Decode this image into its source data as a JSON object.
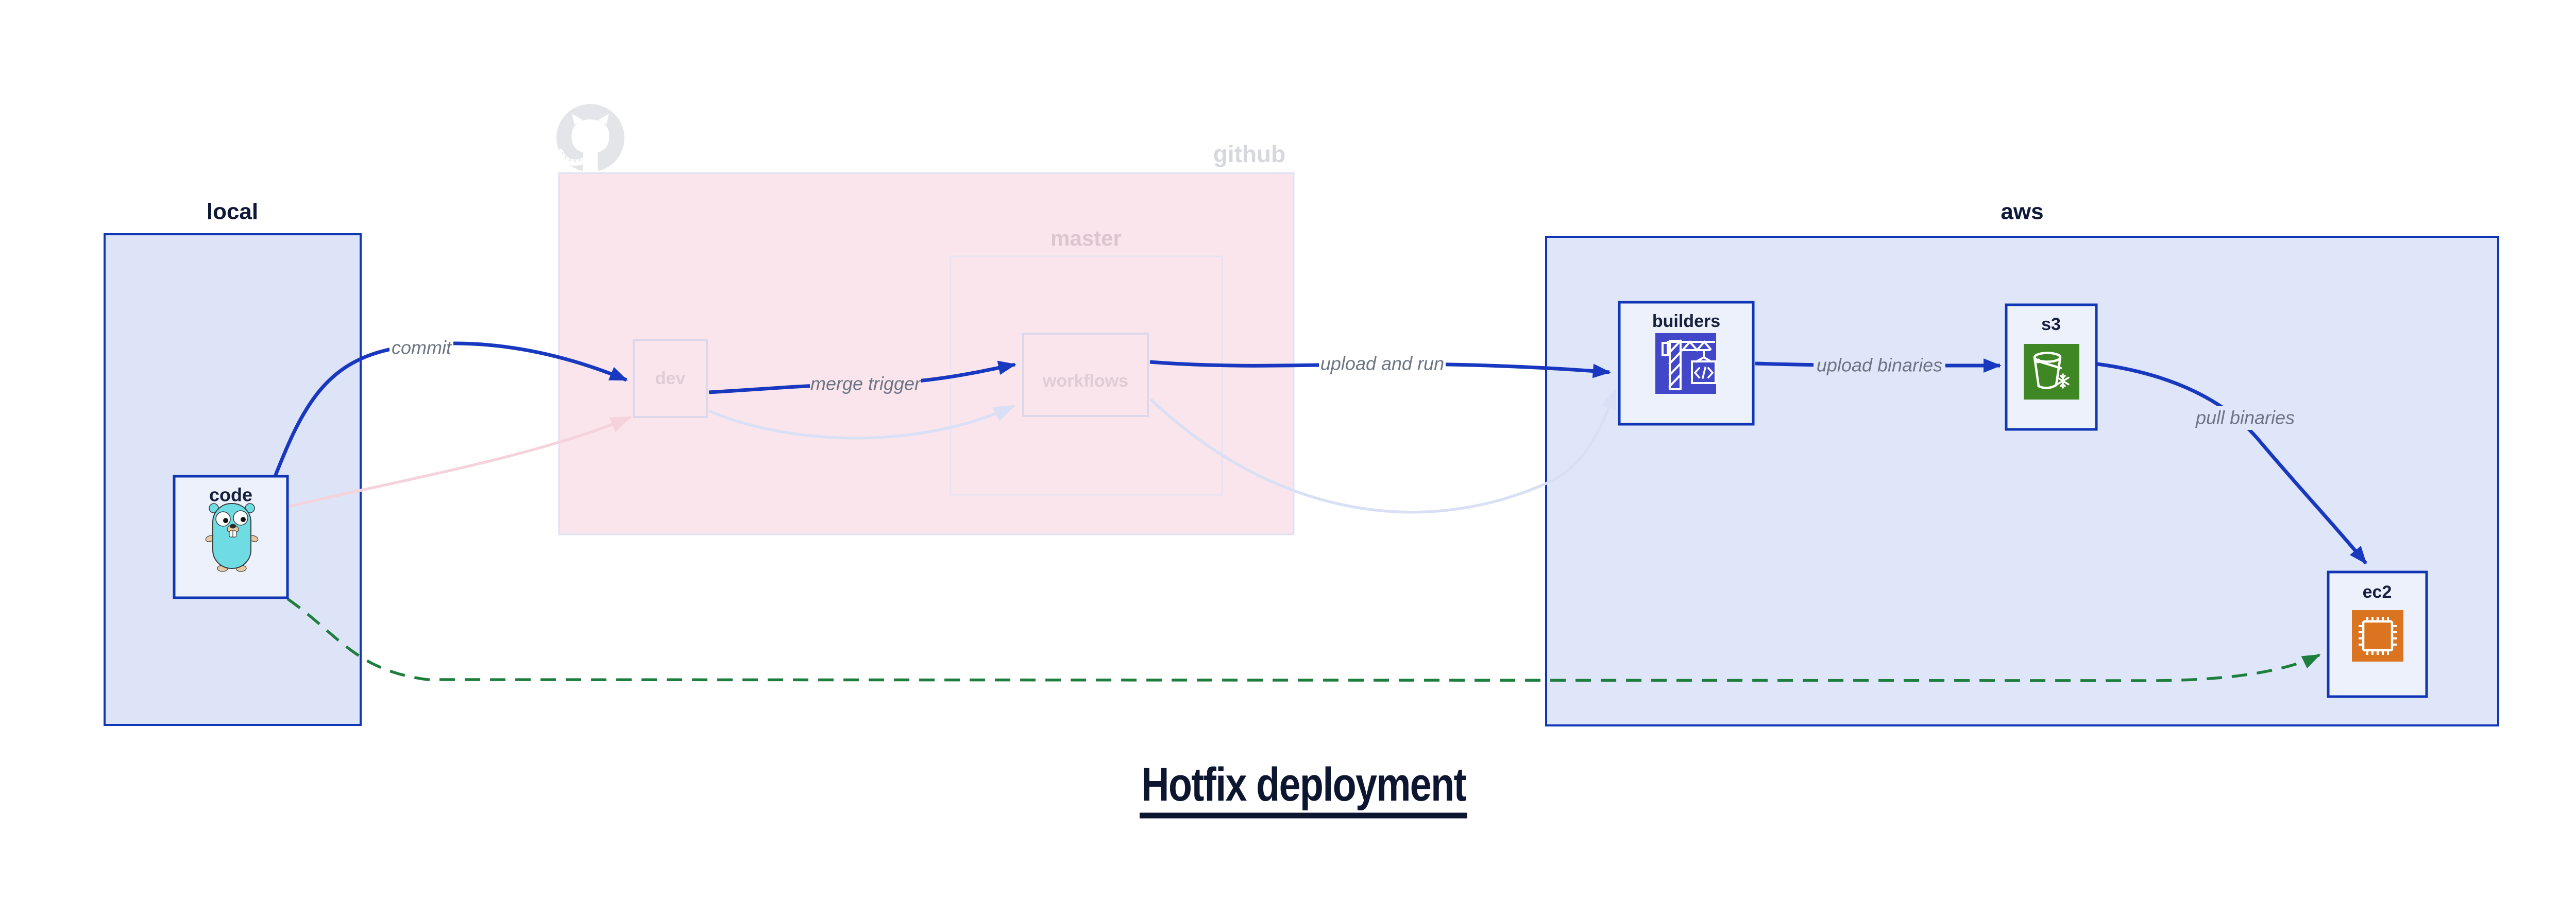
{
  "title": {
    "text": "Hotfix deployment"
  },
  "clusters": {
    "local": {
      "label": "local"
    },
    "github": {
      "label": "github",
      "master": {
        "label": "master"
      }
    },
    "aws": {
      "label": "aws"
    }
  },
  "nodes": {
    "code": {
      "label": "code",
      "icon": "go-gopher-icon"
    },
    "dev": {
      "label": "dev"
    },
    "workflows": {
      "label": "workflows"
    },
    "builders": {
      "label": "builders",
      "icon": "aws-codebuild-icon"
    },
    "s3": {
      "label": "s3",
      "icon": "aws-s3-glacier-icon"
    },
    "ec2": {
      "label": "ec2",
      "icon": "aws-ec2-icon"
    }
  },
  "edges": {
    "commit": {
      "label": "commit"
    },
    "merge_trigger": {
      "label": "merge trigger"
    },
    "upload_and_run": {
      "label": "upload and run"
    },
    "upload_binaries": {
      "label": "upload binaries"
    },
    "pull_binaries": {
      "label": "pull binaries"
    }
  },
  "colors": {
    "edge_blue": "#1838bf",
    "border_blue": "#1136b4",
    "cluster_blue_fill": "#dfe6fa",
    "node_fill": "#edf1fc",
    "github_pink_fill": "#f9e5eb",
    "faded_border": "#dfe2f4",
    "faded_edge_lavender": "#d9e0f5",
    "faded_edge_pink": "#f5d3dc",
    "green_dashed": "#1e7e3d",
    "codebuild_indigo": "#4247c9",
    "s3_green": "#3f8624",
    "ec2_orange": "#db7420",
    "gopher_teal": "#6fdce3",
    "octocat_gray": "#e4e5e8"
  }
}
